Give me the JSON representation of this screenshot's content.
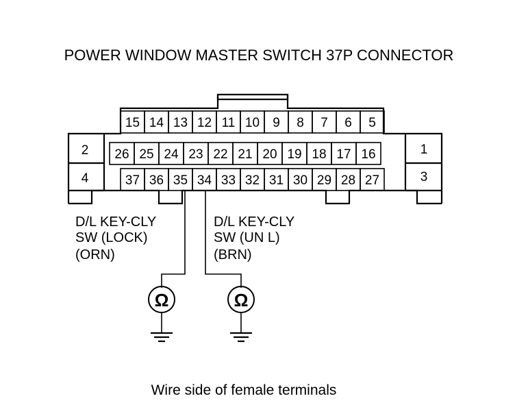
{
  "diagram": {
    "title": "POWER WINDOW MASTER SWITCH 37P CONNECTOR",
    "caption": "Wire side of female terminals",
    "connector": {
      "top_row": [
        "15",
        "14",
        "13",
        "12",
        "11",
        "10",
        "9",
        "8",
        "7",
        "6",
        "5"
      ],
      "middle_row": [
        "26",
        "25",
        "24",
        "23",
        "22",
        "21",
        "20",
        "19",
        "18",
        "17",
        "16"
      ],
      "bottom_row": [
        "37",
        "36",
        "35",
        "34",
        "33",
        "32",
        "31",
        "30",
        "29",
        "28",
        "27"
      ],
      "left_pins": [
        "2",
        "4"
      ],
      "right_pins": [
        "1",
        "3"
      ]
    },
    "probes": [
      {
        "terminal": "35",
        "label_lines": [
          "D/L KEY-CLY",
          "SW (LOCK)",
          "(ORN)"
        ],
        "meter_symbol": "Ω"
      },
      {
        "terminal": "34",
        "label_lines": [
          "D/L KEY-CLY",
          "SW (UN L)",
          "(BRN)"
        ],
        "meter_symbol": "Ω"
      }
    ]
  }
}
